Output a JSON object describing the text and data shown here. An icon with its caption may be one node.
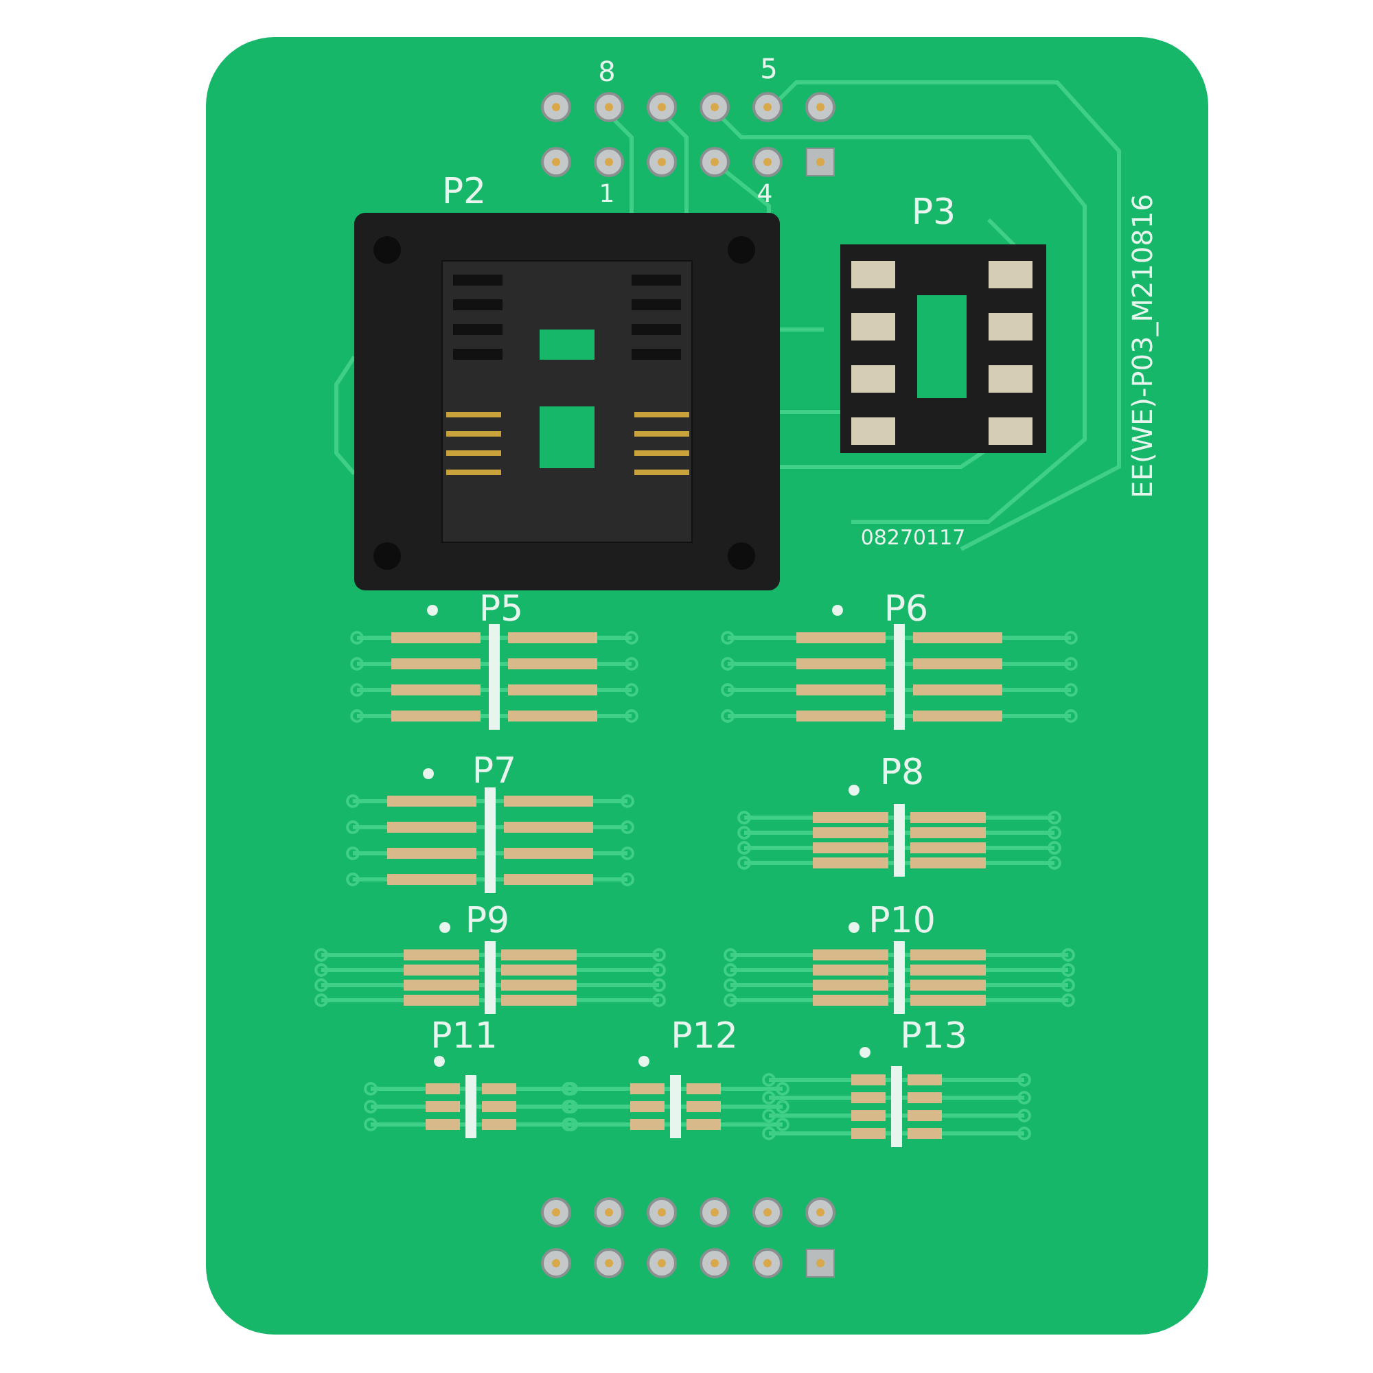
{
  "diagram": {
    "labels": [
      "8",
      "5",
      "P2",
      "1",
      "4",
      "P3",
      "EE(WE)-P03_M210816",
      "08270117",
      "P5",
      "P6",
      "P7",
      "P8",
      "P9",
      "P10",
      "P11",
      "P12",
      "P13"
    ]
  }
}
